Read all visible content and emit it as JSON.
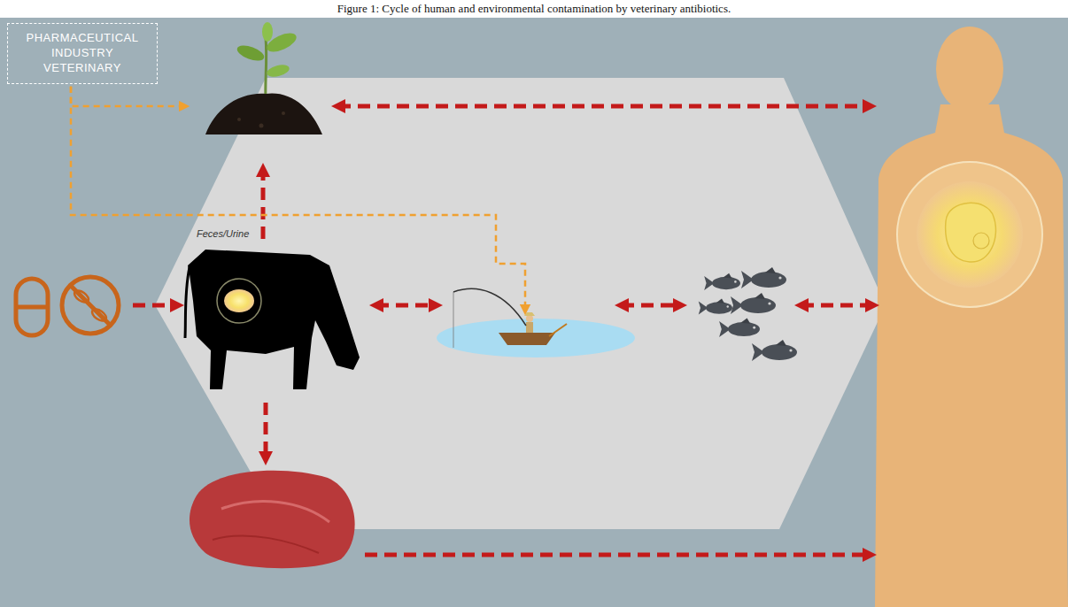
{
  "diagram": {
    "caption": "Figure 1: Cycle of human and environmental contamination by veterinary antibiotics.",
    "nodes": [
      {
        "text": [
          "PHARMACEUTICAL INDUSTRY VETERINARY"
        ]
      }
    ],
    "labels": [
      "Feces/Urine"
    ]
  }
}
